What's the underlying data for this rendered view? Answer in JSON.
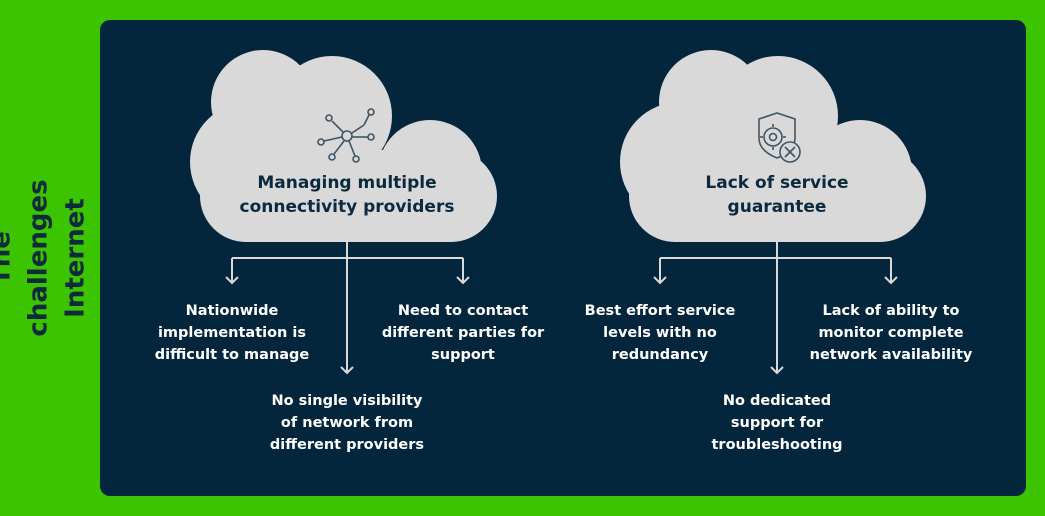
{
  "side_title": "The challenges\nInternet of Things",
  "colors": {
    "frame": "#3dc400",
    "panel": "#04263c",
    "cloud": "#d9d9d9",
    "connector": "#d9d9d9",
    "text_light": "#ffffff",
    "text_dark": "#0b2a3d"
  },
  "clouds": [
    {
      "label": "Managing multiple\nconnectivity providers",
      "icon": "network-nodes-icon",
      "items": [
        "Nationwide\nimplementation is\ndifficult to manage",
        "No single visibility\nof network from\ndifferent providers",
        "Need to contact\ndifferent parties for\nsupport"
      ]
    },
    {
      "label": "Lack of service\nguarantee",
      "icon": "gear-shield-cross-icon",
      "items": [
        "Best effort service\nlevels with no\nredundancy",
        "No dedicated\nsupport for\ntroubleshooting",
        "Lack of ability to\nmonitor complete\nnetwork availability"
      ]
    }
  ]
}
